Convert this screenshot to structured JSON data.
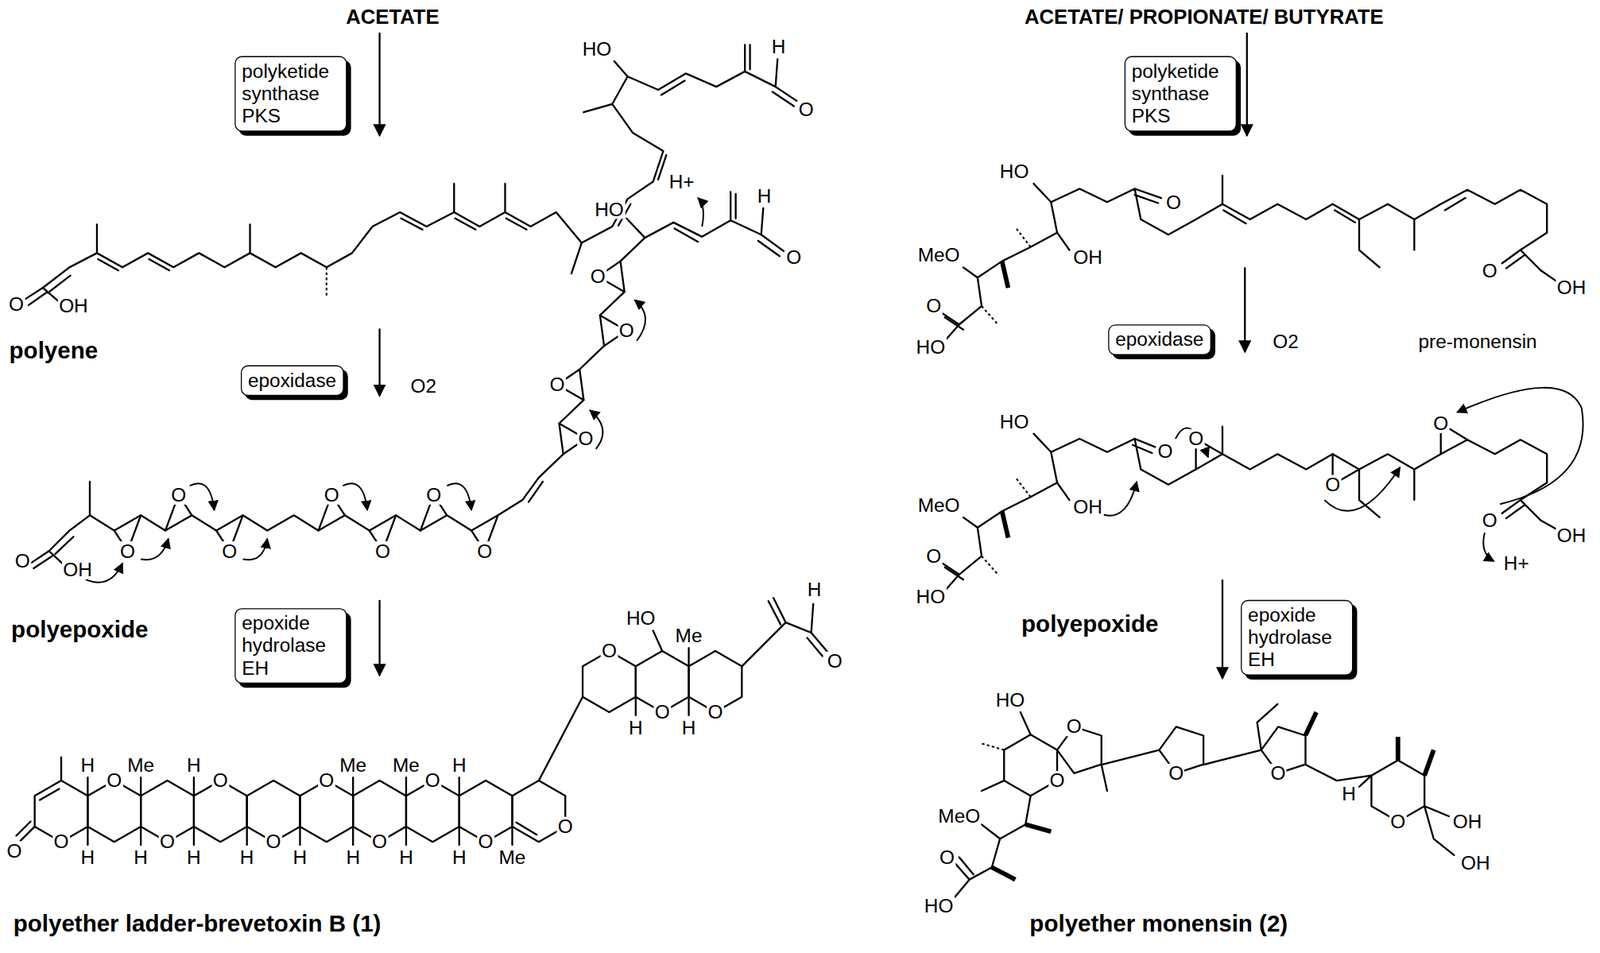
{
  "diagram": {
    "nodes": [
      {
        "text": [
          "polyketide synthase PKS"
        ]
      },
      {
        "text": [
          "polyketide synthase PKS"
        ]
      },
      {
        "text": [
          "epoxidase"
        ]
      },
      {
        "text": [
          "epoxidase"
        ]
      },
      {
        "text": [
          "epoxide hydrolase EH"
        ]
      },
      {
        "text": [
          "epoxide hydrolase EH"
        ]
      }
    ],
    "labels": [
      "ACETATE",
      "ACETATE/ PROPIONATE/ BUTYRATE",
      "HO",
      "H",
      "O",
      "O",
      "OH",
      "polyene",
      "O2",
      "H+",
      "HO",
      "H",
      "O",
      "O",
      "O",
      "O",
      "O",
      "O",
      "O",
      "O",
      "O",
      "O",
      "O",
      "O",
      "O",
      "OH",
      "polyepoxide",
      "O",
      "O",
      "O",
      "O",
      "O",
      "O",
      "O",
      "O",
      "O",
      "O",
      "O",
      "O",
      "O",
      "O",
      "HO",
      "H",
      "O",
      "H",
      "H",
      "Me",
      "H",
      "H",
      "H",
      "H",
      "H",
      "Me",
      "H",
      "Me",
      "H",
      "H",
      "H",
      "Me",
      "H",
      "Me",
      "H",
      "polyether ladder-brevetoxin B (1)",
      "HO",
      "OH",
      "O",
      "MeO",
      "O",
      "HO",
      "O",
      "OH",
      "pre-monensin",
      "O2",
      "HO",
      "O",
      "O",
      "OH",
      "O",
      "O",
      "MeO",
      "O",
      "OH",
      "H+",
      "O",
      "HO",
      "polyepoxide",
      "HO",
      "O",
      "O",
      "O",
      "O",
      "H",
      "O",
      "OH",
      "OH",
      "MeO",
      "O",
      "HO",
      "polyether monensin (2)"
    ]
  }
}
